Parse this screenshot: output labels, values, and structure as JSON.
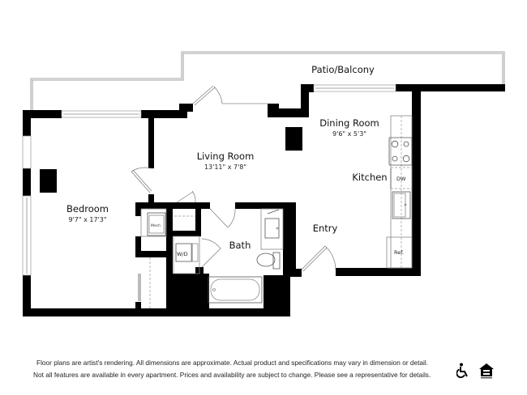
{
  "floor_plan": {
    "rooms": [
      {
        "id": "patio",
        "name": "Patio/Balcony",
        "dimensions": ""
      },
      {
        "id": "living",
        "name": "Living Room",
        "dimensions": "13'11\" x 7'8\""
      },
      {
        "id": "dining",
        "name": "Dining Room",
        "dimensions": "9'6\" x 5'3\""
      },
      {
        "id": "kitchen",
        "name": "Kitchen",
        "dimensions": ""
      },
      {
        "id": "bedroom",
        "name": "Bedroom",
        "dimensions": "9'7\" x 17'3\""
      },
      {
        "id": "bath",
        "name": "Bath",
        "dimensions": ""
      },
      {
        "id": "entry",
        "name": "Entry",
        "dimensions": ""
      }
    ],
    "fixtures": {
      "dishwasher": "DW",
      "refrigerator": "Ref.",
      "mechanical": "Mech",
      "washer_dryer": "W/D"
    }
  },
  "footer": {
    "disclaimer_line1": "Floor plans are artist's rendering. All dimensions are approximate. Actual product and specifications may vary in dimension or detail.",
    "disclaimer_line2": "Not all features are available in every apartment. Prices and availability are subject to change. Please see a representative for details.",
    "icons": [
      "accessibility-icon",
      "equal-housing-icon"
    ]
  }
}
